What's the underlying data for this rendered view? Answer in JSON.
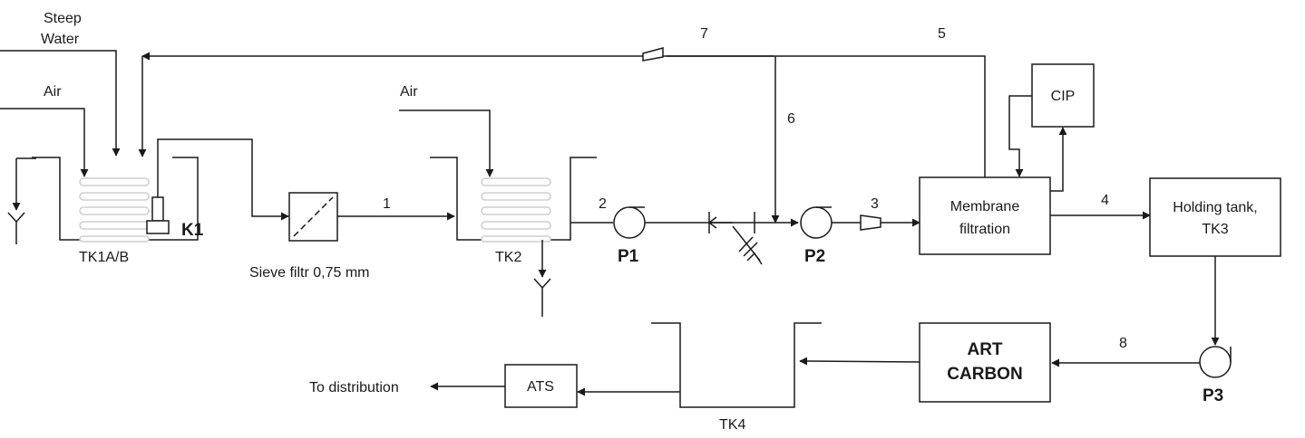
{
  "inputs": {
    "steep_water": [
      "Steep",
      "Water"
    ],
    "air_tk1": "Air",
    "air_tk2": "Air"
  },
  "tanks": {
    "tk1": "TK1A/B",
    "k1": "K1",
    "tk2": "TK2",
    "tk4": "TK4"
  },
  "equipment": {
    "sieve": "Sieve filtr 0,75 mm",
    "membrane": [
      "Membrane",
      "filtration"
    ],
    "cip": "CIP",
    "holding": [
      "Holding tank,",
      "TK3"
    ],
    "art_carbon": [
      "ART",
      "CARBON"
    ],
    "ats": "ATS"
  },
  "pumps": [
    "P1",
    "P2",
    "P3"
  ],
  "streams": [
    "1",
    "2",
    "3",
    "4",
    "5",
    "6",
    "7",
    "8"
  ],
  "output": "To distribution"
}
